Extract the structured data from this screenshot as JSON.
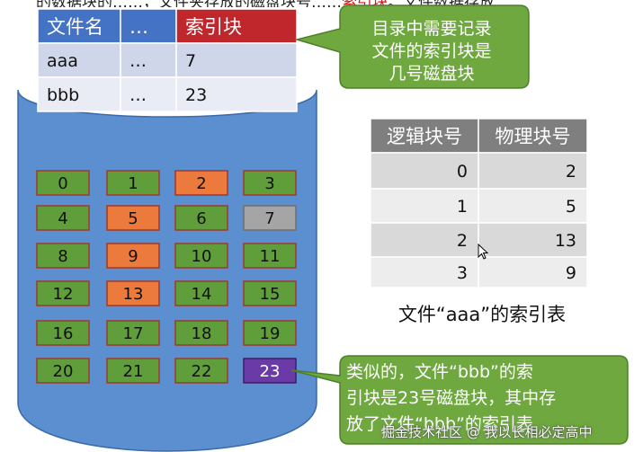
{
  "top_text": {
    "before": "的数据块的……，文件夹存放的磁盘块号……",
    "highlight": "索引块",
    "after": "。文件数据存放"
  },
  "directory_table": {
    "headers": [
      "文件名",
      "…",
      "索引块"
    ],
    "rows": [
      [
        "aaa",
        "…",
        "7"
      ],
      [
        "bbb",
        "…",
        "23"
      ]
    ]
  },
  "callout1": {
    "lines": [
      "目录中需要记录",
      "文件的索引块是",
      "几号磁盘块"
    ]
  },
  "disk_blocks": [
    {
      "n": "0",
      "state": "green"
    },
    {
      "n": "1",
      "state": "green"
    },
    {
      "n": "2",
      "state": "orange"
    },
    {
      "n": "3",
      "state": "green"
    },
    {
      "n": "4",
      "state": "green"
    },
    {
      "n": "5",
      "state": "orange"
    },
    {
      "n": "6",
      "state": "green"
    },
    {
      "n": "7",
      "state": "gray"
    },
    {
      "n": "8",
      "state": "green"
    },
    {
      "n": "9",
      "state": "orange"
    },
    {
      "n": "10",
      "state": "green"
    },
    {
      "n": "11",
      "state": "green"
    },
    {
      "n": "12",
      "state": "green"
    },
    {
      "n": "13",
      "state": "orange"
    },
    {
      "n": "14",
      "state": "green"
    },
    {
      "n": "15",
      "state": "green"
    },
    {
      "n": "16",
      "state": "green"
    },
    {
      "n": "17",
      "state": "green"
    },
    {
      "n": "18",
      "state": "green"
    },
    {
      "n": "19",
      "state": "green"
    },
    {
      "n": "20",
      "state": "green"
    },
    {
      "n": "21",
      "state": "green"
    },
    {
      "n": "22",
      "state": "green"
    },
    {
      "n": "23",
      "state": "purple"
    }
  ],
  "index_table": {
    "headers": [
      "逻辑块号",
      "物理块号"
    ],
    "rows": [
      [
        "0",
        "2"
      ],
      [
        "1",
        "5"
      ],
      [
        "2",
        "13"
      ],
      [
        "3",
        "9"
      ]
    ],
    "caption": "文件“aaa”的索引表"
  },
  "callout2": {
    "lines": [
      "类似的，文件“bbb”的索",
      "引块是23号磁盘块，其中存",
      "放了文件“bbb”的索引表"
    ]
  },
  "watermark": "掘金技术社区 @ 我以长相必定高中",
  "colors": {
    "green": "#5f9e3a",
    "orange": "#ec7a3c",
    "gray": "#a5a5a5",
    "purple": "#6a3aa6",
    "cylinder": "#5b8fd0",
    "header_blue": "#4472c4",
    "header_red": "#c0272d",
    "callout_green": "#6fa83f"
  }
}
